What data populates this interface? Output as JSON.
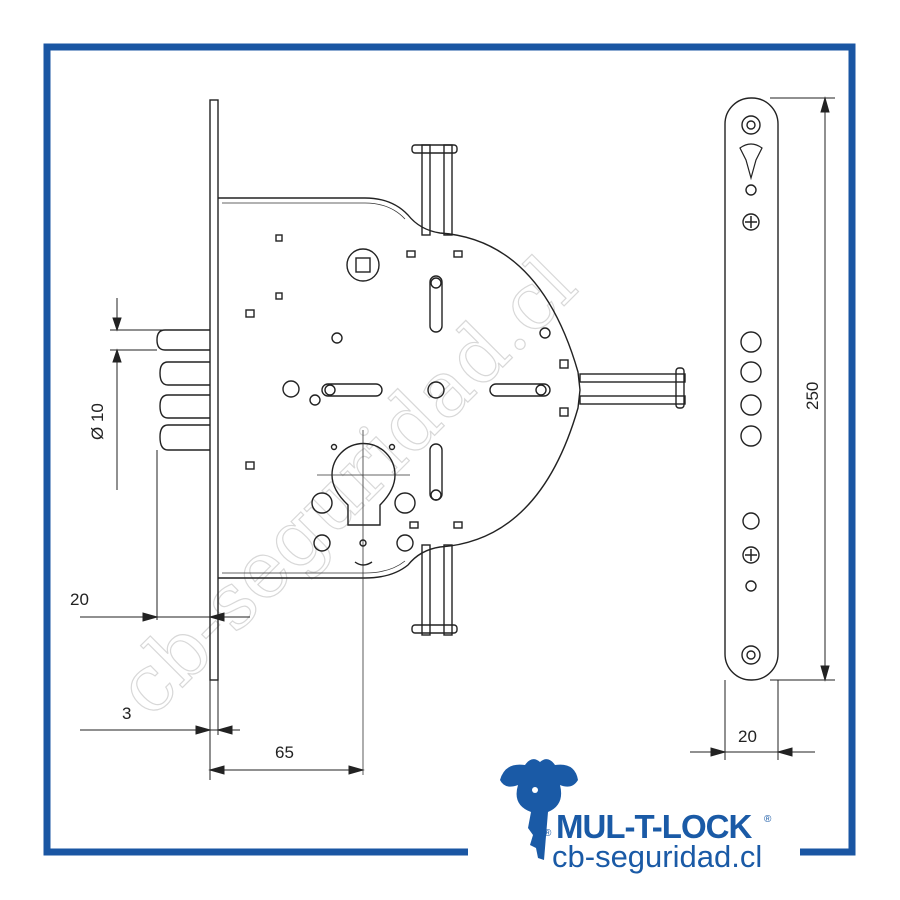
{
  "watermark": "cb-seguridad.cl",
  "dimensions": {
    "bolt_diameter": "Ø 10",
    "bolt_projection": "20",
    "faceplate_thickness": "3",
    "backset": "65",
    "strike_height": "250",
    "strike_width": "20"
  },
  "logo": {
    "brand": "MUL-T-LOCK",
    "registered": "®",
    "website": "cb-seguridad.cl"
  },
  "colors": {
    "frame": "#1a56a3",
    "logo": "#1a5aa6",
    "lines": "#222222"
  }
}
